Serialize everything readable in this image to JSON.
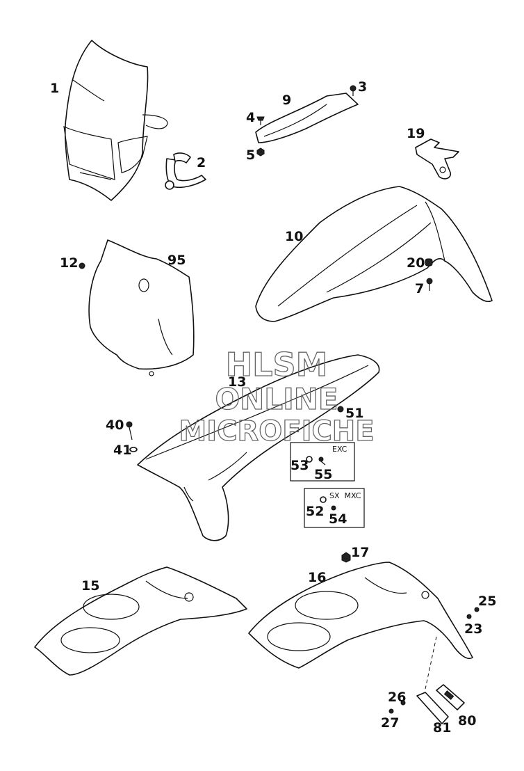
{
  "watermark": {
    "line1": "HLSM",
    "line2": "ONLINE",
    "line3": "MICROFICHE"
  },
  "callouts": {
    "c1": "1",
    "c2": "2",
    "c3": "3",
    "c4": "4",
    "c5": "5",
    "c7": "7",
    "c9": "9",
    "c10": "10",
    "c12": "12",
    "c13": "13",
    "c15": "15",
    "c16": "16",
    "c17": "17",
    "c19": "19",
    "c20": "20",
    "c23": "23",
    "c25": "25",
    "c26": "26",
    "c27": "27",
    "c40": "40",
    "c41": "41",
    "c51": "51",
    "c52": "52",
    "c53": "53",
    "c54": "54",
    "c55": "55",
    "c80": "80",
    "c81": "81",
    "c95": "95"
  },
  "boxes": {
    "exc_label": "EXC",
    "sxmxc_label": "SX  MXC"
  }
}
